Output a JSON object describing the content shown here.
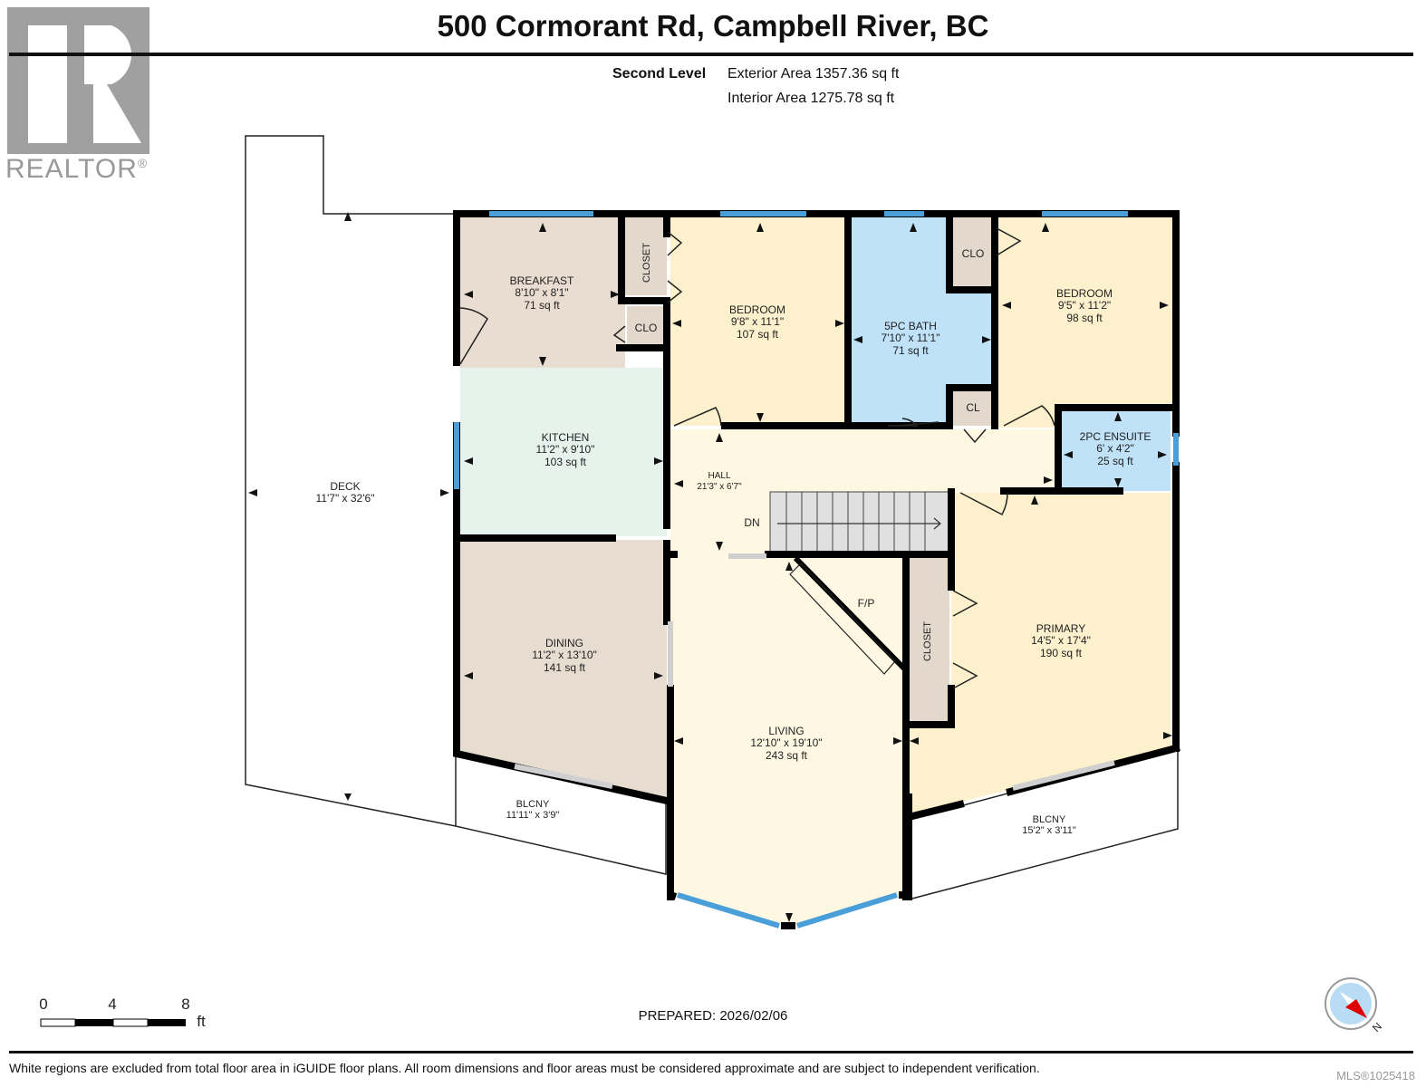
{
  "header": {
    "title": "500 Cormorant Rd, Campbell River, BC",
    "level": "Second Level",
    "exterior_area": "Exterior Area 1357.36 sq ft",
    "interior_area": "Interior Area 1275.78 sq ft"
  },
  "logo": {
    "text": "REALTOR",
    "mark": "®"
  },
  "rooms": {
    "deck": {
      "name": "DECK",
      "dims": "11'7\" x 32'6\""
    },
    "breakfast": {
      "name": "BREAKFAST",
      "dims": "8'10\" x 8'1\"",
      "area": "71 sq ft"
    },
    "closet1": {
      "name": "CLOSET"
    },
    "clo1": {
      "name": "CLO"
    },
    "bedroom1": {
      "name": "BEDROOM",
      "dims": "9'8\" x 11'1\"",
      "area": "107 sq ft"
    },
    "bath5pc": {
      "name": "5PC BATH",
      "dims": "7'10\" x 11'1\"",
      "area": "71 sq ft"
    },
    "clo2": {
      "name": "CLO"
    },
    "cl": {
      "name": "CL"
    },
    "bedroom2": {
      "name": "BEDROOM",
      "dims": "9'5\" x 11'2\"",
      "area": "98 sq ft"
    },
    "ensuite": {
      "name": "2PC ENSUITE",
      "dims": "6' x 4'2\"",
      "area": "25 sq ft"
    },
    "kitchen": {
      "name": "KITCHEN",
      "dims": "11'2\" x 9'10\"",
      "area": "103 sq ft"
    },
    "hall": {
      "name": "HALL",
      "dims": "21'3\" x 6'7\""
    },
    "stairs": {
      "label": "DN"
    },
    "fireplace": {
      "label": "F/P"
    },
    "closet2": {
      "name": "CLOSET"
    },
    "primary": {
      "name": "PRIMARY",
      "dims": "14'5\" x 17'4\"",
      "area": "190 sq ft"
    },
    "dining": {
      "name": "DINING",
      "dims": "11'2\" x 13'10\"",
      "area": "141 sq ft"
    },
    "living": {
      "name": "LIVING",
      "dims": "12'10\" x 19'10\"",
      "area": "243 sq ft"
    },
    "balcony1": {
      "name": "BLCNY",
      "dims": "11'11\" x 3'9\""
    },
    "balcony2": {
      "name": "BLCNY",
      "dims": "15'2\" x 3'11\""
    }
  },
  "colors": {
    "wall": "#000000",
    "window": "#4a9fd8",
    "breakfast": "#e8ddd0",
    "kitchen": "#e6f2ec",
    "bedroom": "#fdf0cc",
    "bath": "#bfe2f8",
    "hall": "#fef8e2",
    "closet": "#e2d8cc",
    "stairs": "#e0e0e0",
    "compass_red": "#e00000",
    "compass_bg": "#b8dcf4"
  },
  "scale": {
    "ticks": [
      "0",
      "4",
      "8"
    ],
    "unit": "ft"
  },
  "compass": {
    "label": "N"
  },
  "footer": {
    "prepared": "PREPARED: 2026/02/06",
    "disclaimer": "White regions are excluded from total floor area in iGUIDE floor plans. All room dimensions and floor areas must be considered approximate and are subject to independent verification.",
    "mls": "MLS®1025418"
  }
}
